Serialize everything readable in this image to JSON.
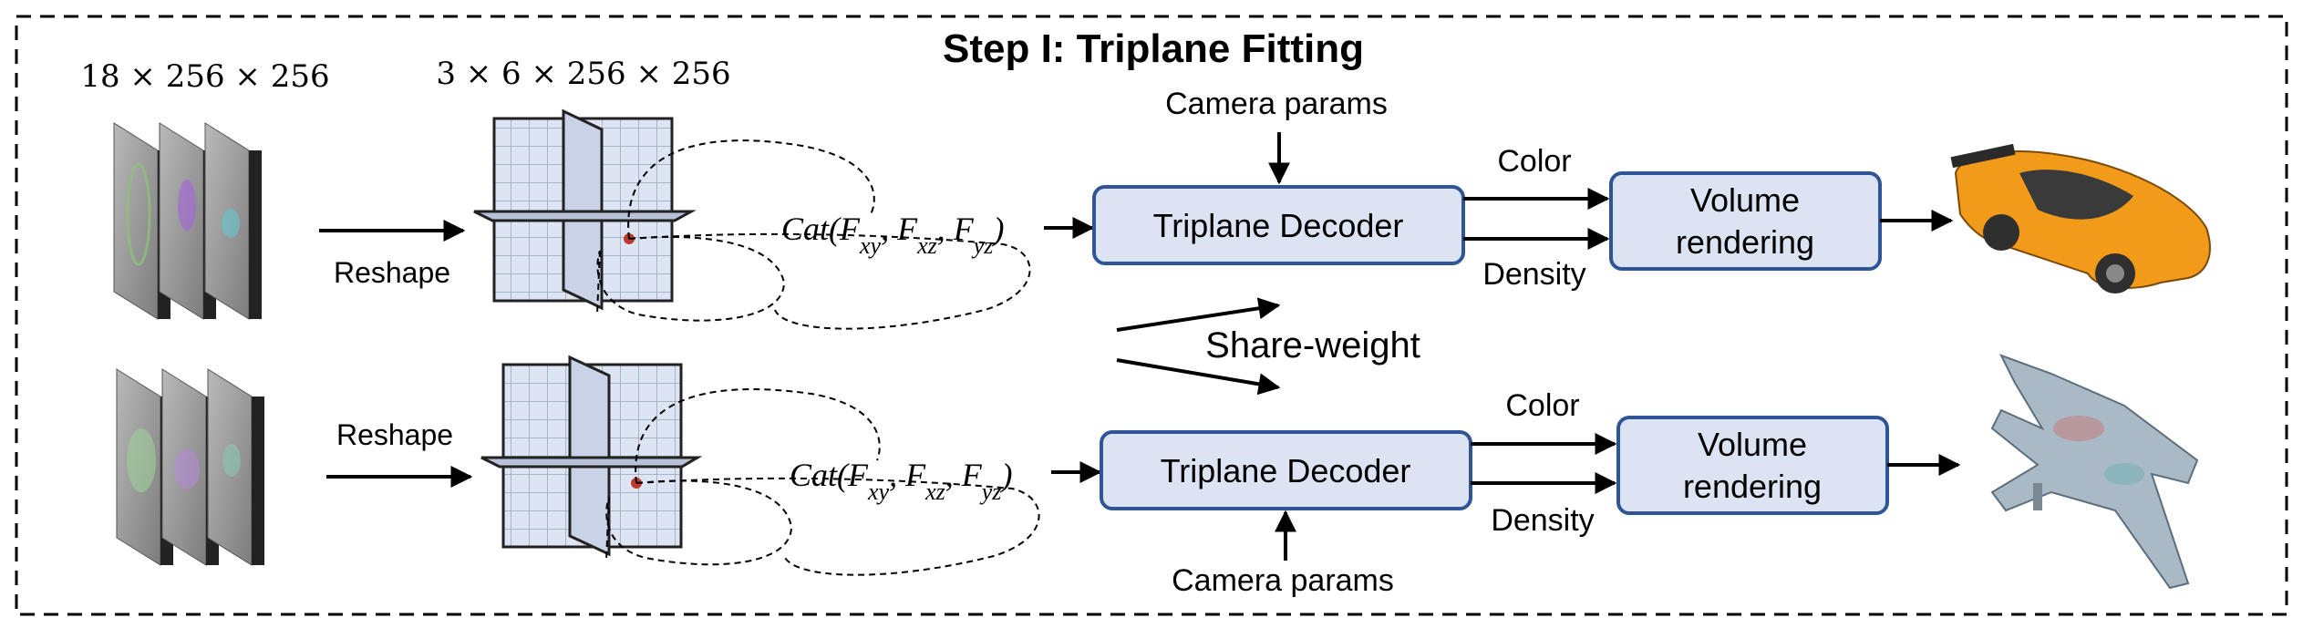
{
  "title": "Step I: Triplane Fitting",
  "dims": {
    "input": "18 × 256 × 256",
    "triplane": "3 × 6 × 256 × 256"
  },
  "labels": {
    "reshape": "Reshape",
    "camera_params": "Camera params",
    "decoder": "Triplane Decoder",
    "volume_line1": "Volume",
    "volume_line2": "rendering",
    "color": "Color",
    "density": "Density",
    "share_weight": "Share-weight"
  },
  "formula": {
    "prefix": "Cat(F",
    "sub1": "xy",
    "mid1": ", F",
    "sub2": "xz",
    "mid2": ", F",
    "sub3": "yz",
    "suffix": ")"
  },
  "colors": {
    "box_fill": "#dce3f3",
    "box_stroke": "#2f5597",
    "grid_fill": "#dde4f4",
    "grid_line": "#9aa4b8",
    "car": "#f29a1a",
    "jet": "#a9b9c6"
  },
  "icons": {
    "car": "sports-car-render",
    "jet": "fighter-jet-render"
  }
}
